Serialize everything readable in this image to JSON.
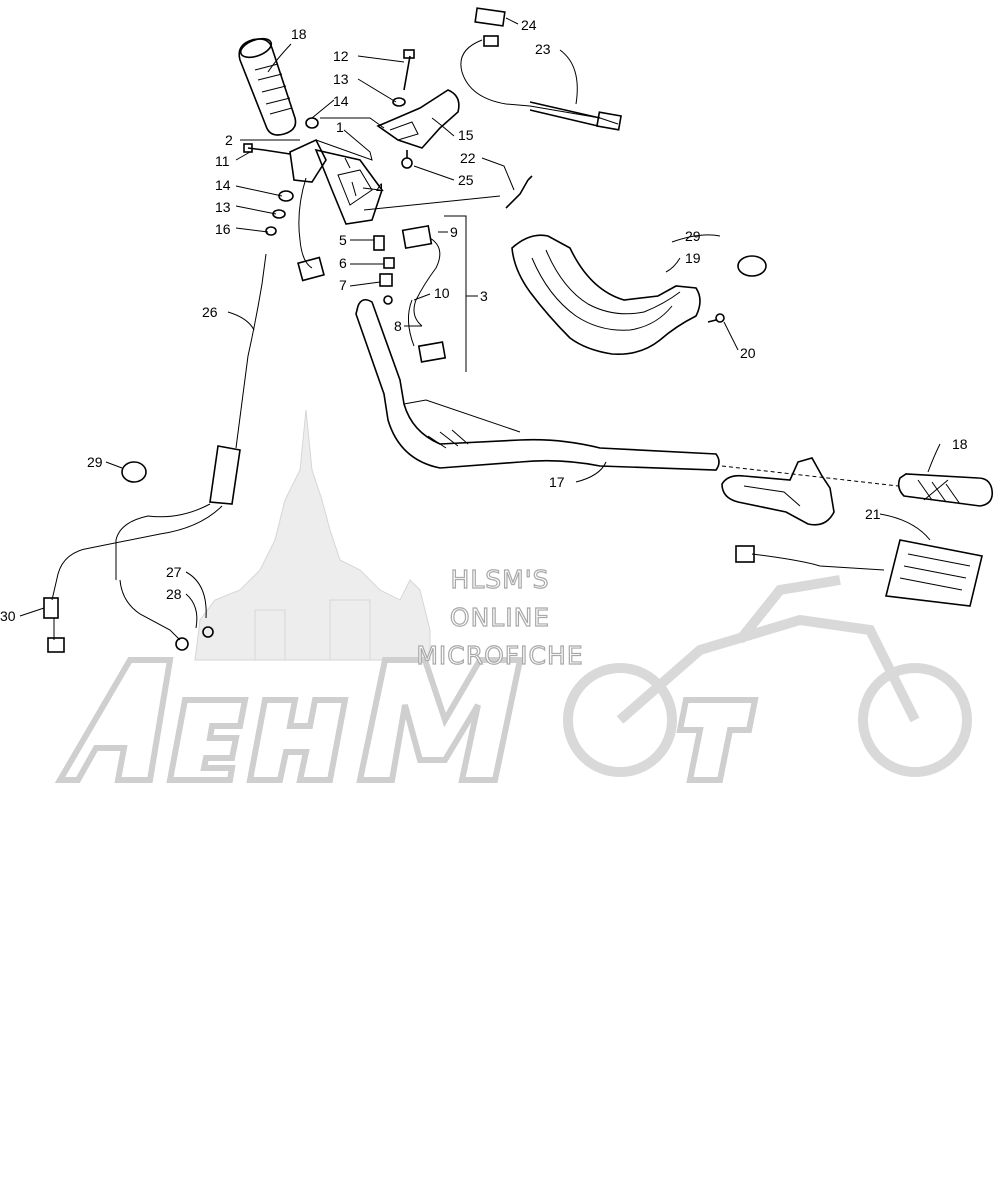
{
  "callouts": {
    "c1": "1",
    "c2": "2",
    "c3": "3",
    "c4": "4",
    "c5": "5",
    "c6": "6",
    "c7": "7",
    "c8": "8",
    "c9": "9",
    "c10": "10",
    "c11": "11",
    "c12": "12",
    "c13a": "13",
    "c13b": "13",
    "c14a": "14",
    "c14b": "14",
    "c15": "15",
    "c16": "16",
    "c17": "17",
    "c18a": "18",
    "c18b": "18",
    "c19": "19",
    "c20": "20",
    "c21": "21",
    "c22": "22",
    "c23": "23",
    "c24": "24",
    "c25": "25",
    "c26": "26",
    "c27": "27",
    "c28": "28",
    "c29a": "29",
    "c29b": "29",
    "c30": "30"
  },
  "watermark": {
    "line1": "HLSM'S",
    "line2": "ONLINE",
    "line3": "MICROFICHE"
  },
  "colors": {
    "line": "#000000",
    "watermark": "#c8c8c8"
  }
}
